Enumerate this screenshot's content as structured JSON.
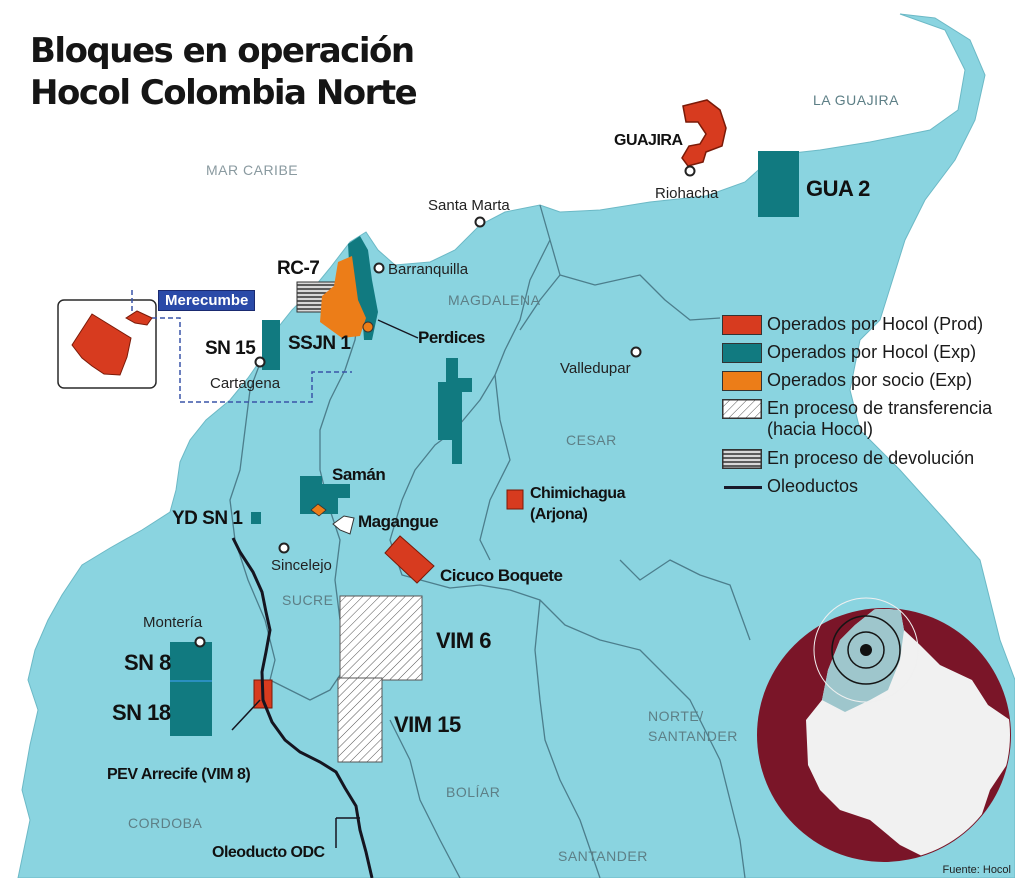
{
  "title": {
    "line1": "Bloques en operación",
    "line2": "Hocol Colombia Norte"
  },
  "colors": {
    "sea": "#ffffff",
    "land": "#8ad4e0",
    "prod": "#d73b1f",
    "exp": "#117a80",
    "socio": "#ec7d18",
    "pipeline": "#151520",
    "inset_bg": "#7a1528"
  },
  "seas": {
    "caribe": "MAR CARIBE"
  },
  "regions": {
    "guajira": "LA GUAJIRA",
    "magdalena": "MAGDALENA",
    "cesar": "CESAR",
    "sucre": "SUCRE",
    "cordoba": "CORDOBA",
    "bolivar": "BOLÍAR",
    "norte_santander_1": "NORTE/",
    "norte_santander_2": "SANTANDER",
    "santander": "SANTANDER"
  },
  "cities": {
    "riohacha": "Riohacha",
    "santa_marta": "Santa Marta",
    "barranquilla": "Barranquilla",
    "cartagena": "Cartagena",
    "valledupar": "Valledupar",
    "sincelejo": "Sincelejo",
    "monteria": "Montería"
  },
  "blocks": {
    "guajira": "GUAJIRA",
    "gua2": "GUA 2",
    "rc7": "RC-7",
    "merecumbe": "Merecumbe",
    "sn15": "SN 15",
    "ssjn1": "SSJN 1",
    "perdices": "Perdices",
    "saman": "Samán",
    "ydsn1": "YD SN 1",
    "magangue": "Magangue",
    "chimichagua_1": "Chimichagua",
    "chimichagua_2": "(Arjona)",
    "cicuco": "Cicuco Boquete",
    "vim6": "VIM 6",
    "vim15": "VIM 15",
    "sn8": "SN 8",
    "sn18": "SN 18",
    "pev": "PEV Arrecife (VIM 8)",
    "odc": "Oleoducto ODC"
  },
  "legend": [
    {
      "label": "Operados por Hocol (Prod)",
      "swatch": "prod"
    },
    {
      "label": "Operados por Hocol (Exp)",
      "swatch": "exp"
    },
    {
      "label": "Operados por socio (Exp)",
      "swatch": "socio"
    },
    {
      "label_1": "En proceso de transferencia",
      "label_2": "(hacia Hocol)",
      "swatch": "hatch"
    },
    {
      "label": "En proceso de devolución",
      "swatch": "stripes"
    },
    {
      "label": "Oleoductos",
      "swatch": "line"
    }
  ],
  "source": "Fuente: Hocol"
}
